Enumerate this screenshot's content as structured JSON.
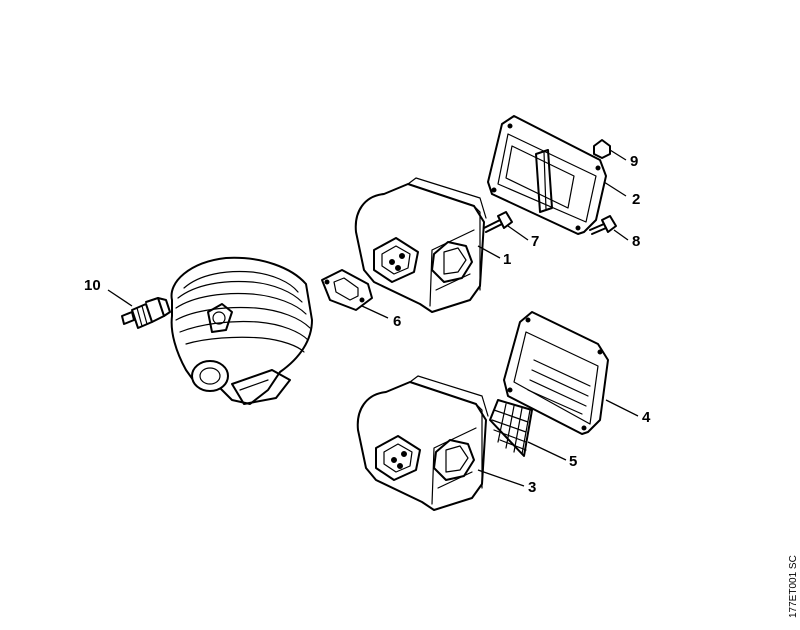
{
  "figure_code": "177ET001 SC",
  "callouts": {
    "c1": "1",
    "c2": "2",
    "c3": "3",
    "c4": "4",
    "c5": "5",
    "c6": "6",
    "c7": "7",
    "c8": "8",
    "c9": "9",
    "c10": "10"
  },
  "colors": {
    "ink": "#000000",
    "background": "#ffffff"
  }
}
